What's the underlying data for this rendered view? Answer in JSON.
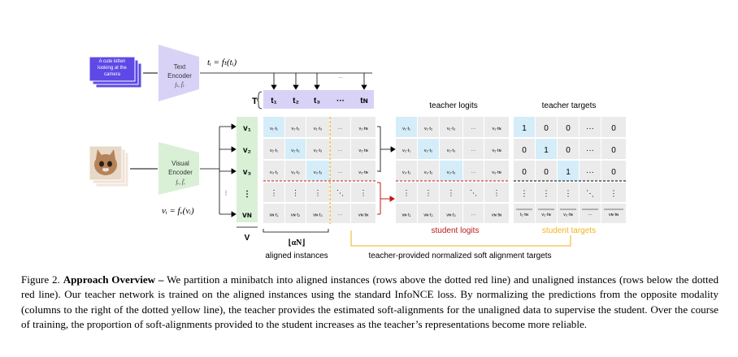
{
  "text_input": {
    "line1": "A cute kitten",
    "line2": "looking at the",
    "line3": "camera"
  },
  "text_encoder": {
    "line1": "Text",
    "line2": "Encoder",
    "params": "fₜ, f̃ₜ"
  },
  "visual_encoder": {
    "line1": "Visual",
    "line2": "Encoder",
    "params": "fᵥ, f̃ᵥ"
  },
  "text_eq": "tᵢ = fₜ(tᵢ)",
  "visual_eq": "vᵢ = fᵥ(vᵢ)",
  "T_label": "T",
  "V_label": "V",
  "t_cols": [
    "t₁",
    "t₂",
    "t₃",
    "···",
    "tɴ"
  ],
  "v_rows": [
    "v₁",
    "v₂",
    "v₃",
    "⋮",
    "vɴ"
  ],
  "cells": [
    [
      "v₁·t₁",
      "v₁·t₂",
      "v₁·t₃",
      "···",
      "v₁·tɴ"
    ],
    [
      "v₂·t₁",
      "v₂·t₂",
      "v₂·t₃",
      "···",
      "v₂·tɴ"
    ],
    [
      "v₃·t₁",
      "v₃·t₂",
      "v₃·t₃",
      "···",
      "v₃·tɴ"
    ],
    [
      "⋮",
      "⋮",
      "⋮",
      "⋱",
      "⋮"
    ],
    [
      "vɴ·t₁",
      "vɴ·t₂",
      "vɴ·t₃",
      "···",
      "vɴ·tɴ"
    ]
  ],
  "teacher_logits_label": "teacher logits",
  "teacher_targets_label": "teacher targets",
  "student_logits_label": "student logits",
  "student_targets_label": "student targets",
  "target_rows": [
    [
      "1",
      "0",
      "0",
      "···",
      "0"
    ],
    [
      "0",
      "1",
      "0",
      "···",
      "0"
    ],
    [
      "0",
      "0",
      "1",
      "···",
      "0"
    ],
    [
      "⋮",
      "⋮",
      "⋮",
      "⋱",
      "⋮"
    ]
  ],
  "student_target_row": [
    "t₁·tɴ",
    "v₂·tɴ",
    "v₃·tɴ",
    "···",
    "vɴ·tɴ"
  ],
  "alpha_label": "⌊αN⌋",
  "aligned_label": "aligned instances",
  "soft_targets_label": "teacher-provided normalized soft alignment targets",
  "colors": {
    "purple": "#d9d2f7",
    "green": "#d9f0d6",
    "blue": "#d4edf9",
    "grey": "#ebebeb",
    "red": "#c0181a",
    "yellow": "#f2b21f",
    "text_box": "#5e49e6"
  },
  "caption": {
    "label": "Figure 2.",
    "title": "Approach Overview –",
    "body": " We partition a minibatch into aligned instances (rows above the dotted red line) and unaligned instances (rows below the dotted red line). Our teacher network is trained on the aligned instances using the standard InfoNCE loss. By normalizing the predictions from the opposite modality (columns to the right of the dotted yellow line), the teacher provides the estimated soft-alignments for the unaligned data to supervise the student. Over the course of training, the proportion of soft-alignments provided to the student increases as the teacher’s representations become more reliable."
  }
}
